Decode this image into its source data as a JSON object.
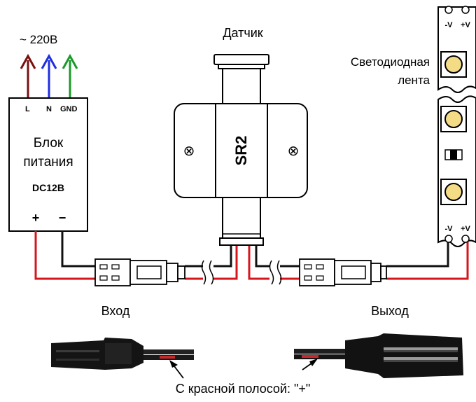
{
  "supply": {
    "voltage_label": "~ 220В",
    "terminal_l": "L",
    "terminal_n": "N",
    "terminal_gnd": "GND",
    "title_line1": "Блок",
    "title_line2": "питания",
    "output_voltage": "DC12В",
    "plus": "+",
    "minus": "−"
  },
  "sensor": {
    "caption": "Датчик",
    "model": "SR2",
    "screw_symbol": "⊗"
  },
  "strip": {
    "caption_line1": "Светодиодная",
    "caption_line2": "лента",
    "top_minus": "-V",
    "top_plus": "+V",
    "bottom_minus": "-V",
    "bottom_plus": "+V"
  },
  "connectors": {
    "input_label": "Вход",
    "output_label": "Выход",
    "polarity_note": "С красной полосой: \"+\""
  },
  "colors": {
    "wire_red": "#d6161b",
    "wire_black": "#111111",
    "arrow_l": "#7a1010",
    "arrow_n": "#1f2ee0",
    "arrow_gnd": "#1a9a2a",
    "led": "#f4dc86"
  }
}
